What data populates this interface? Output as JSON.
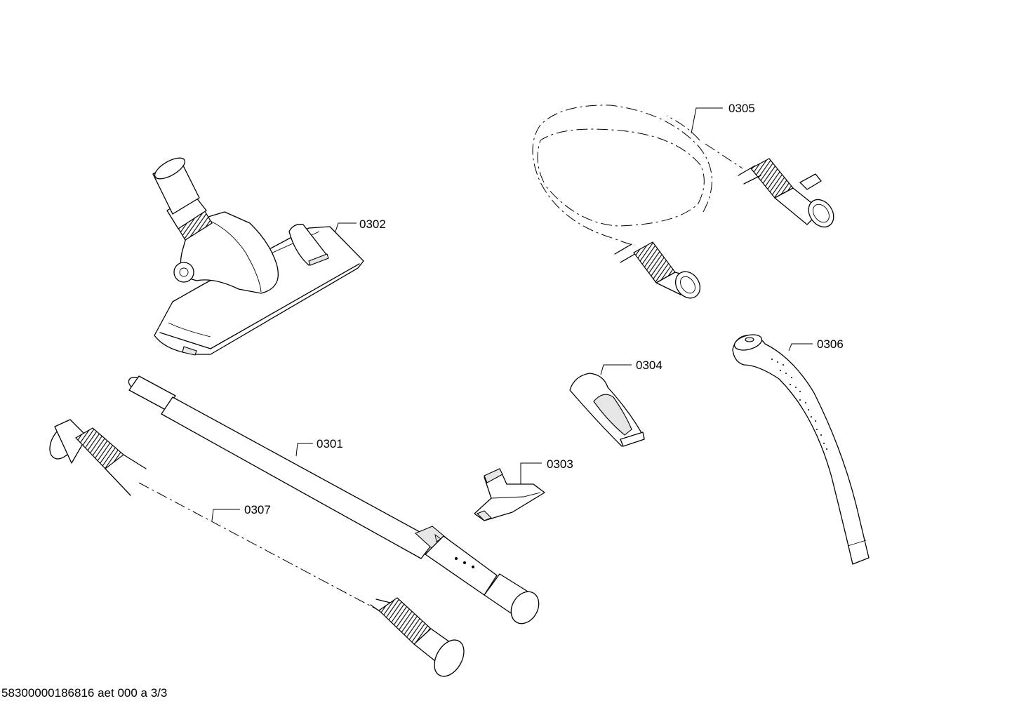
{
  "labels": {
    "p0301": "0301",
    "p0302": "0302",
    "p0303": "0303",
    "p0304": "0304",
    "p0305": "0305",
    "p0306": "0306",
    "p0307": "0307"
  },
  "footer": "58300000186816 aet 000 a 3/3"
}
